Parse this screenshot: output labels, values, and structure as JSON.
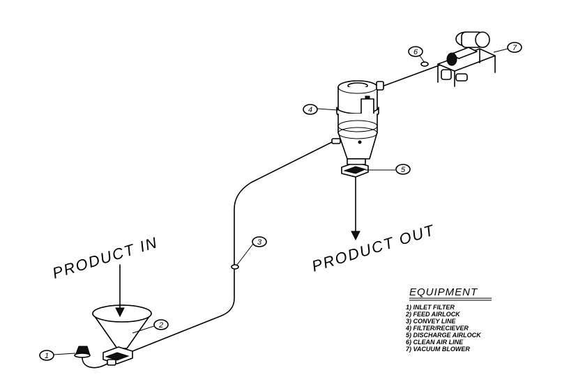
{
  "labels": {
    "product_in": "PRODUCT IN",
    "product_out": "PRODUCT OUT"
  },
  "callouts": [
    "1",
    "2",
    "3",
    "4",
    "5",
    "6",
    "7"
  ],
  "legend": {
    "title": "EQUIPMENT",
    "items": [
      "1) INLET FILTER",
      "2) FEED AIRLOCK",
      "3) CONVEY LINE",
      "4) FILTER/RECIEVER",
      "5) DISCHARGE AIRLOCK",
      "6) CLEAN AIR LINE",
      "7) VACUUM BLOWER"
    ]
  }
}
